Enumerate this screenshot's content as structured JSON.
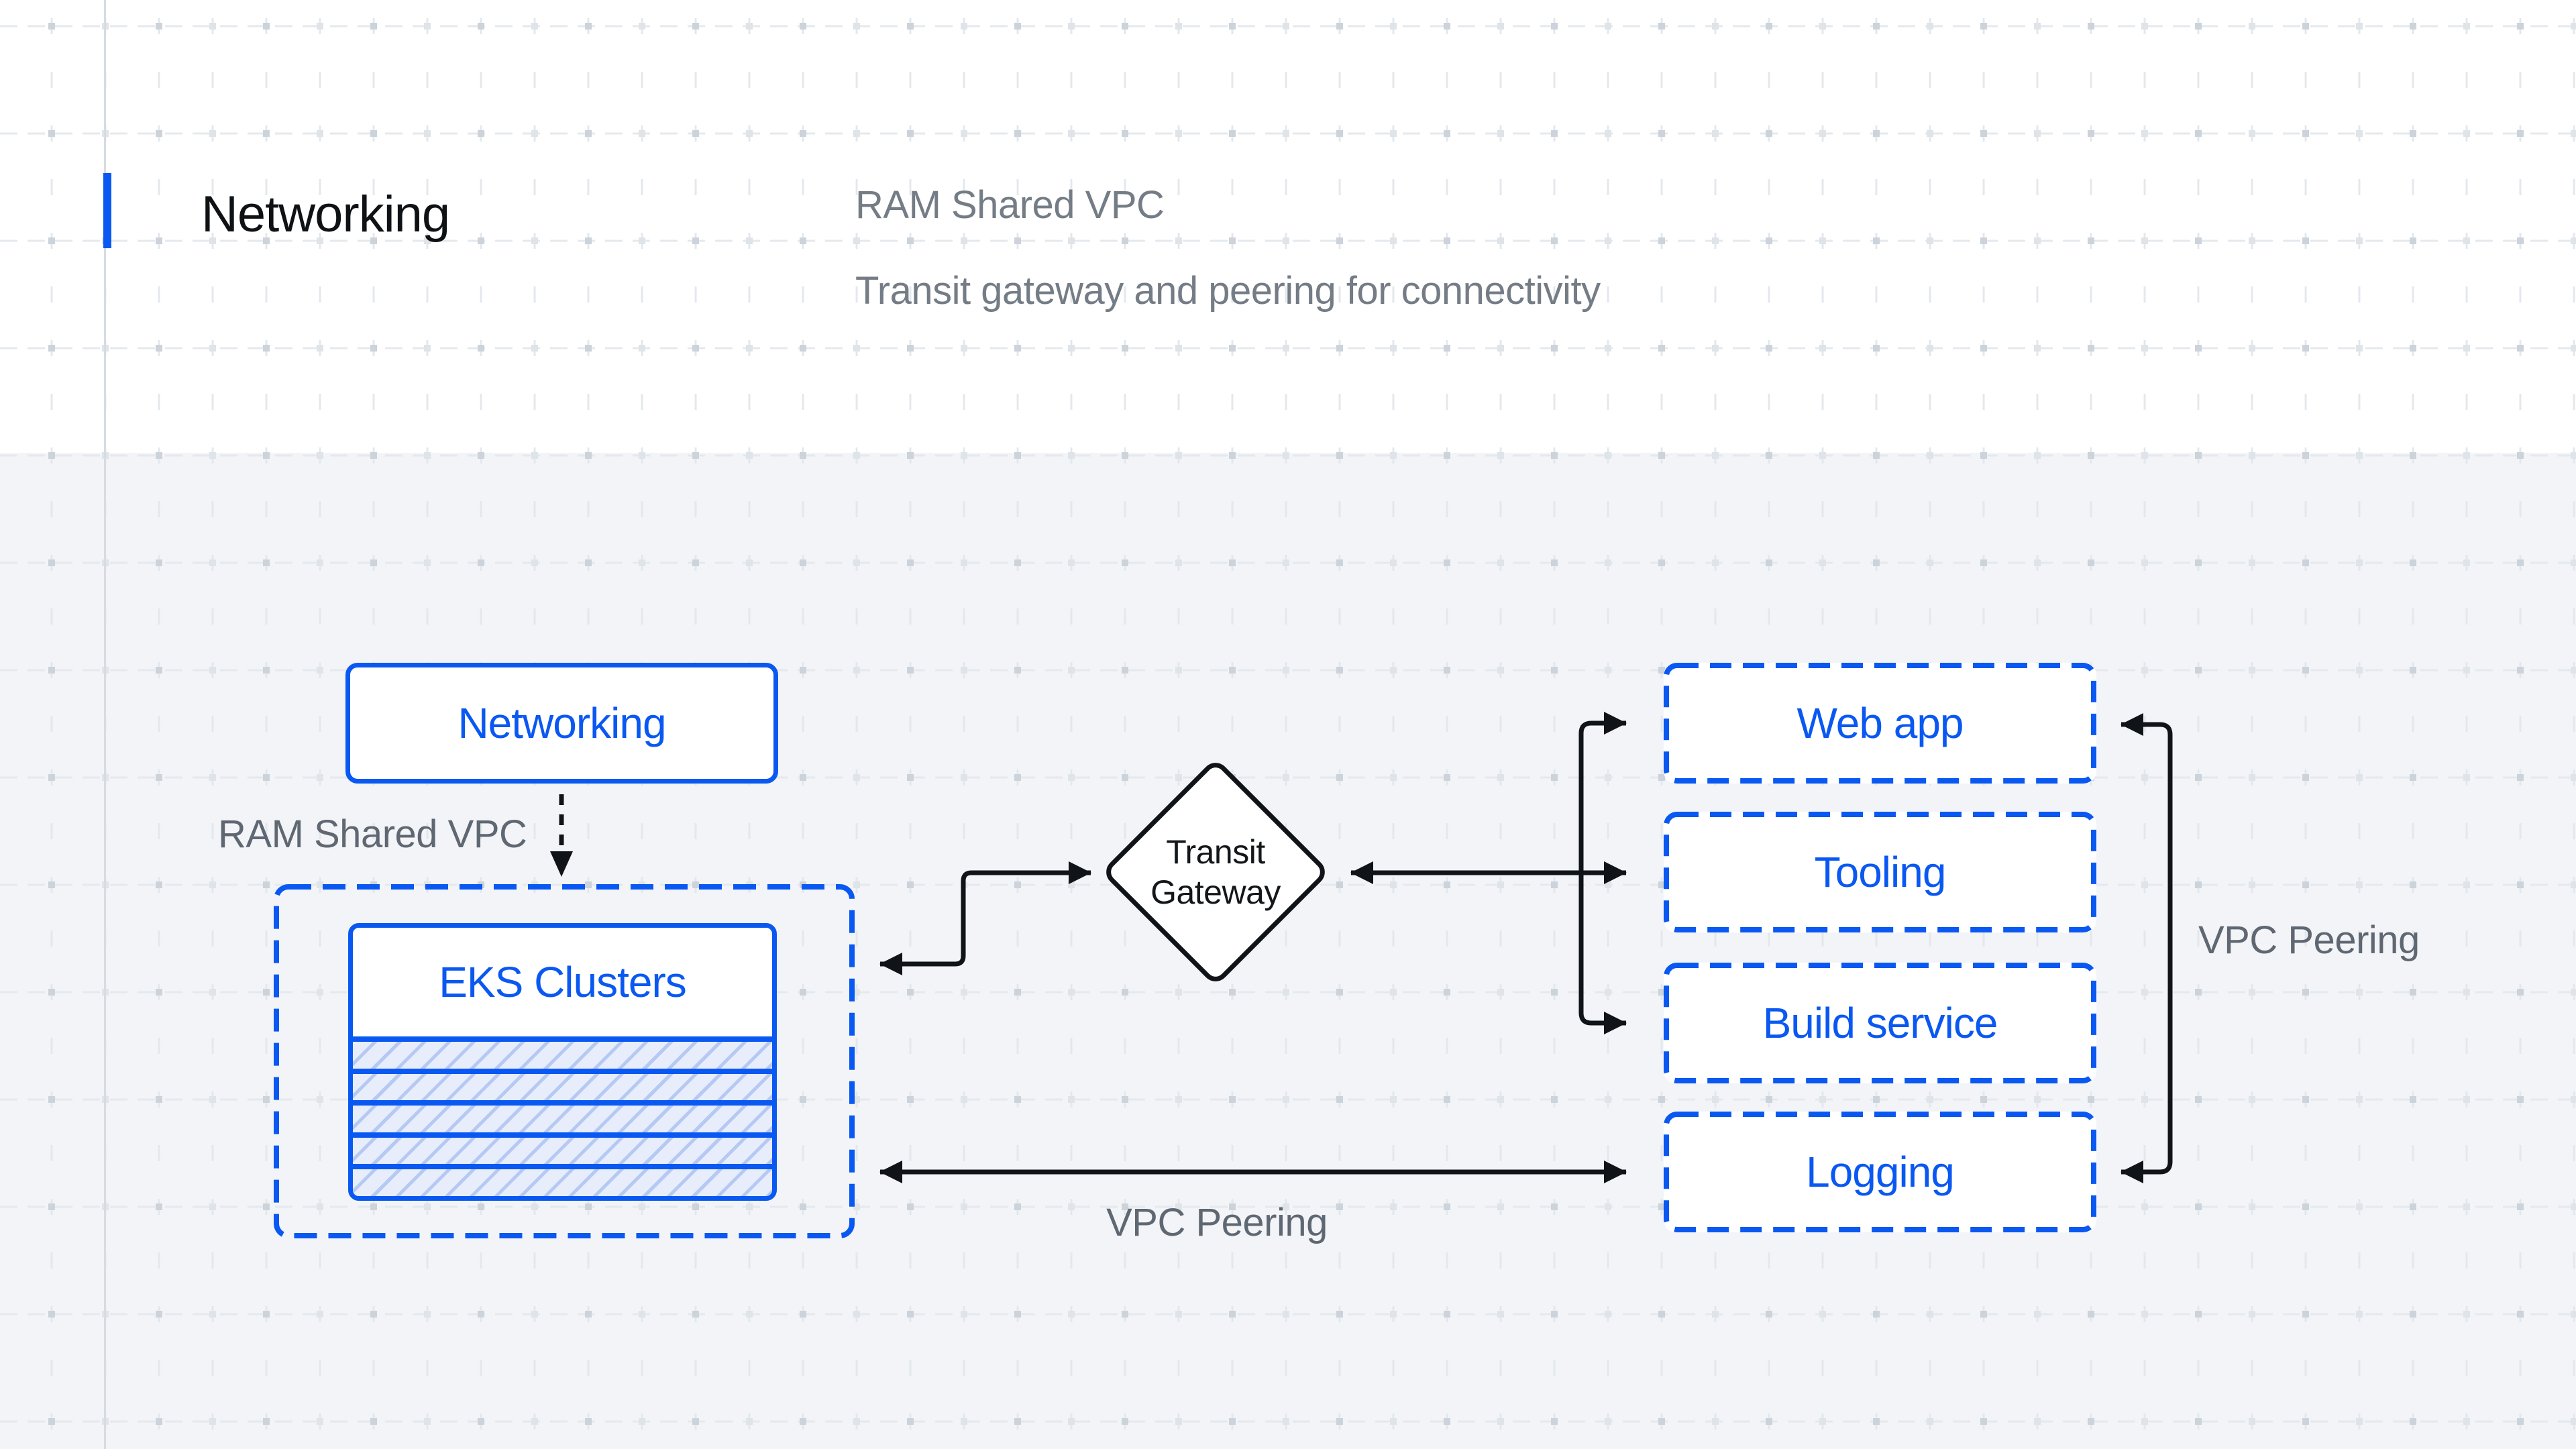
{
  "header": {
    "title": "Networking",
    "subtitle_line1": "RAM Shared VPC",
    "subtitle_line2": "Transit gateway and peering for connectivity"
  },
  "diagram": {
    "networking_node": {
      "label": "Networking"
    },
    "ram_shared_vpc_label": "RAM Shared VPC",
    "eks_node": {
      "label": "EKS Clusters",
      "layer_count": 5
    },
    "transit_gateway": {
      "line1": "Transit",
      "line2": "Gateway"
    },
    "web_app": {
      "label": "Web app"
    },
    "tooling": {
      "label": "Tooling"
    },
    "build_service": {
      "label": "Build service"
    },
    "logging": {
      "label": "Logging"
    },
    "vpc_peering_right_label": "VPC Peering",
    "vpc_peering_bottom_label": "VPC Peering"
  },
  "colors": {
    "accent_blue": "#0a58f2",
    "arrow_black": "#101317",
    "header_gray": "#747c86",
    "label_gray": "#5f6872",
    "canvas_gray": "#f2f4f7",
    "hatch_fill": "#e7edfb",
    "hatch_stripe": "#b6c9f4"
  }
}
